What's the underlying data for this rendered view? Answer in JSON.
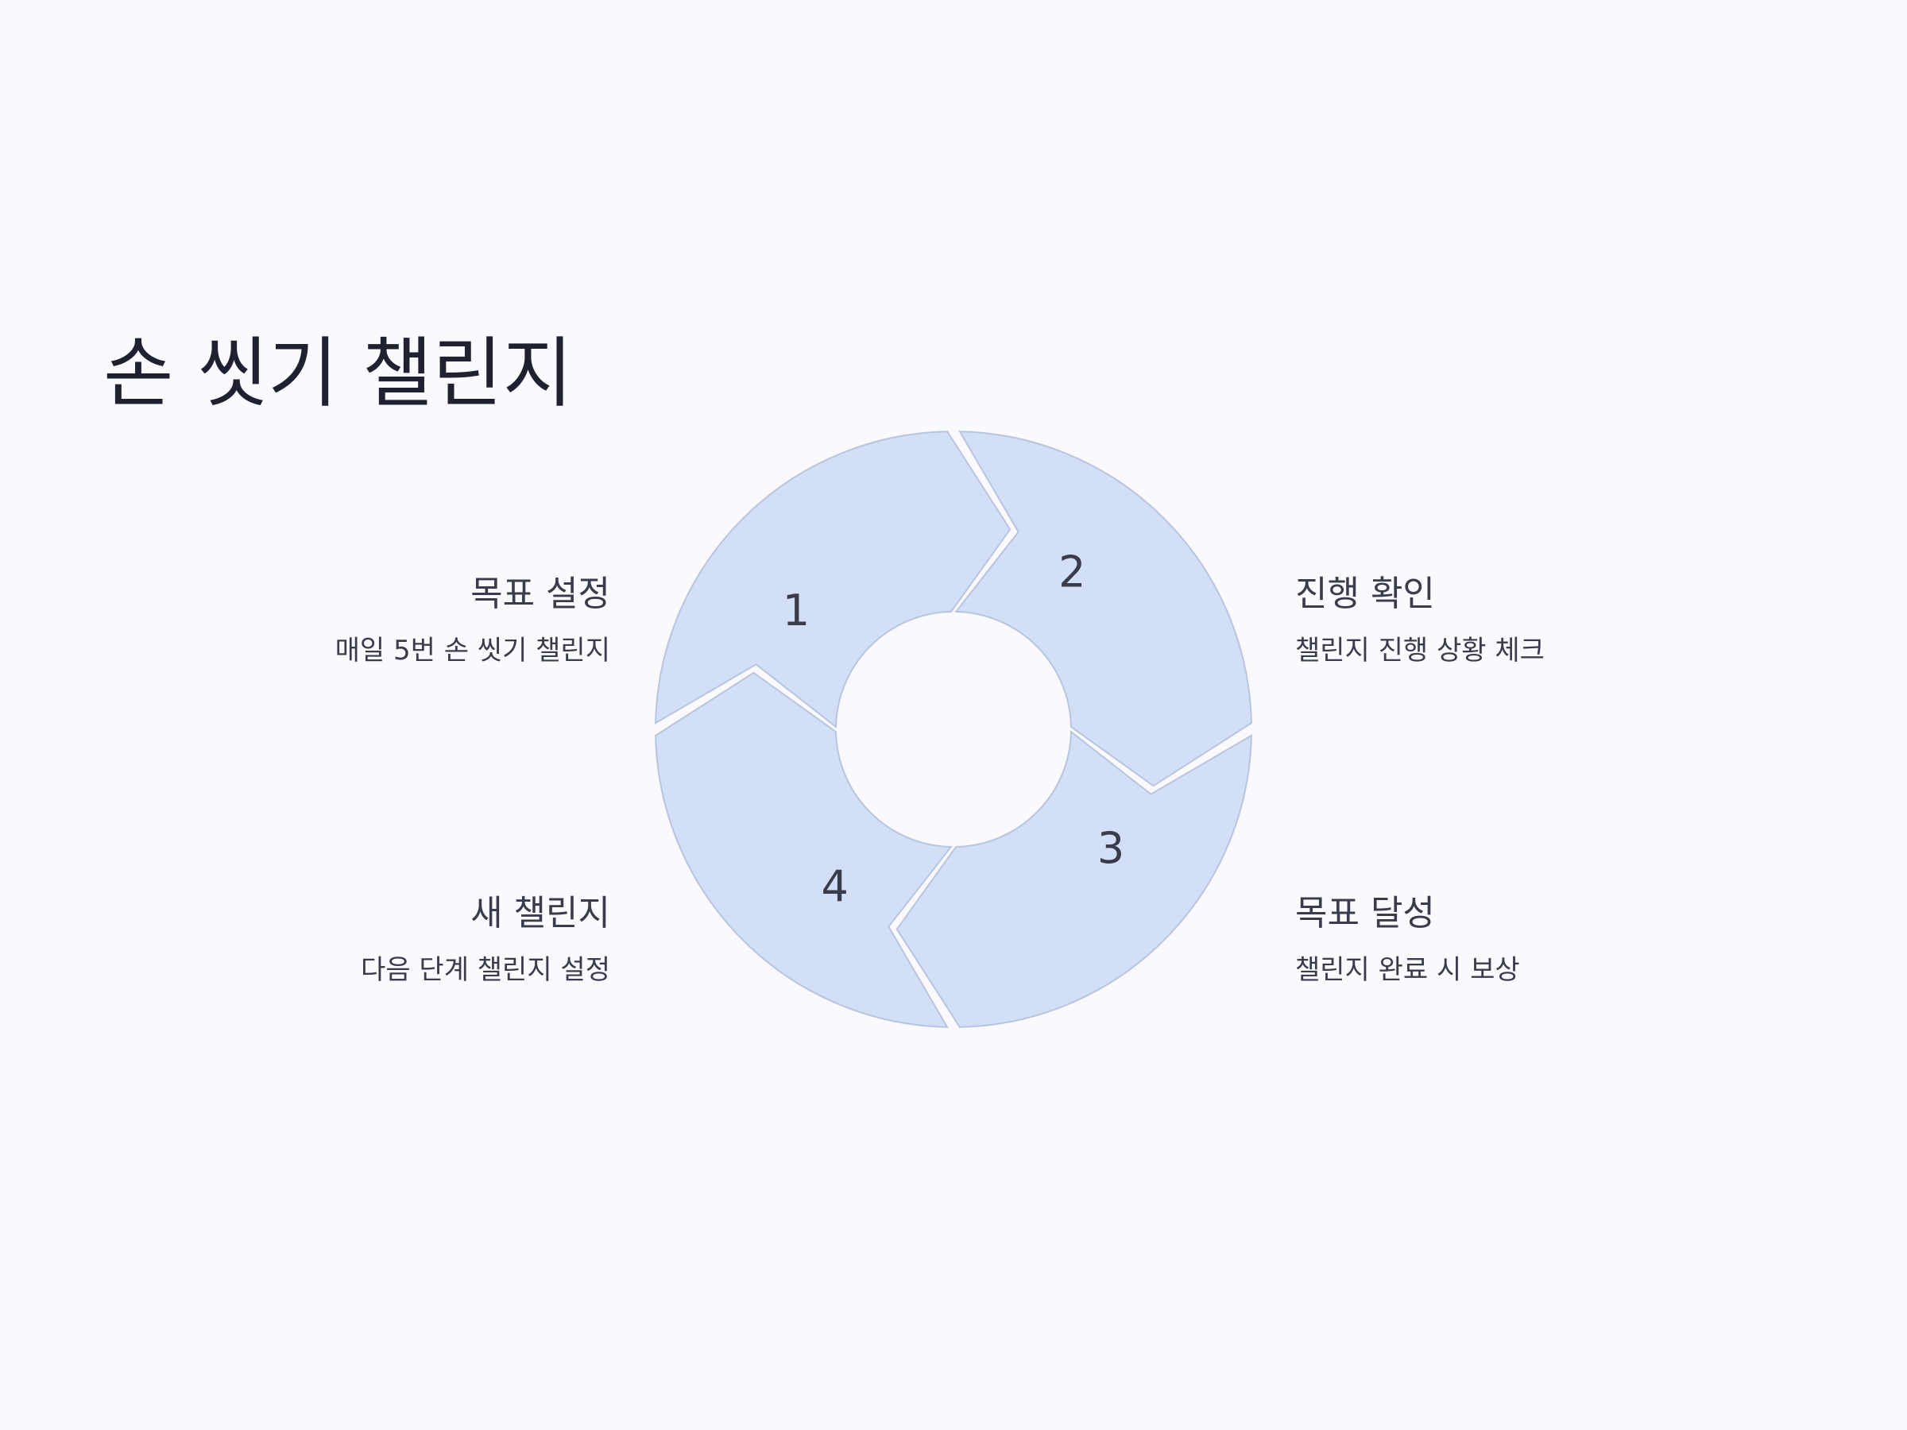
{
  "title": "손 씻기 챌린지",
  "colors": {
    "background": "#f9f9fe",
    "segment_fill": "#d2dff7",
    "segment_stroke": "#b8c5de",
    "text": "#3a3b4b",
    "title": "#1f2030"
  },
  "steps": [
    {
      "number": "1",
      "title": "목표 설정",
      "description": "매일 5번 손 씻기 챌린지"
    },
    {
      "number": "2",
      "title": "진행 확인",
      "description": "챌린지 진행 상황 체크"
    },
    {
      "number": "3",
      "title": "목표 달성",
      "description": "챌린지 완료 시 보상"
    },
    {
      "number": "4",
      "title": "새 챌린지",
      "description": "다음 단계 챌린지 설정"
    }
  ]
}
